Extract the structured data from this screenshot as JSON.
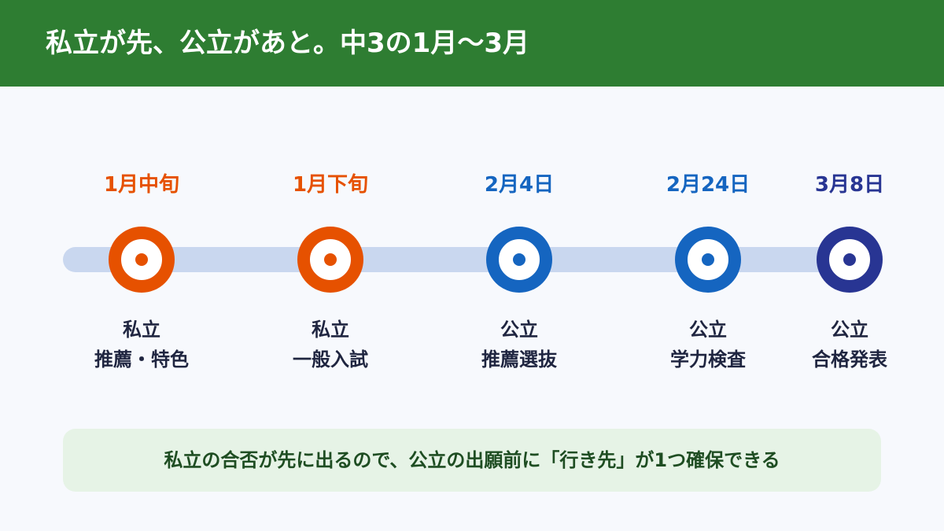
{
  "header": {
    "title": "私立が先、公立があと。中3の1月〜3月"
  },
  "timeline": {
    "milestones": [
      {
        "date": "1月中旬",
        "label_line1": "私立",
        "label_line2": "推薦・特色",
        "color": "#e65100"
      },
      {
        "date": "1月下旬",
        "label_line1": "私立",
        "label_line2": "一般入試",
        "color": "#e65100"
      },
      {
        "date": "2月4日",
        "label_line1": "公立",
        "label_line2": "推薦選抜",
        "color": "#1565c0"
      },
      {
        "date": "2月24日",
        "label_line1": "公立",
        "label_line2": "学力検査",
        "color": "#1565c0"
      },
      {
        "date": "3月8日",
        "label_line1": "公立",
        "label_line2": "合格発表",
        "color": "#283593"
      }
    ]
  },
  "note": {
    "text": "私立の合否が先に出るので、公立の出願前に「行き先」が1つ確保できる"
  }
}
